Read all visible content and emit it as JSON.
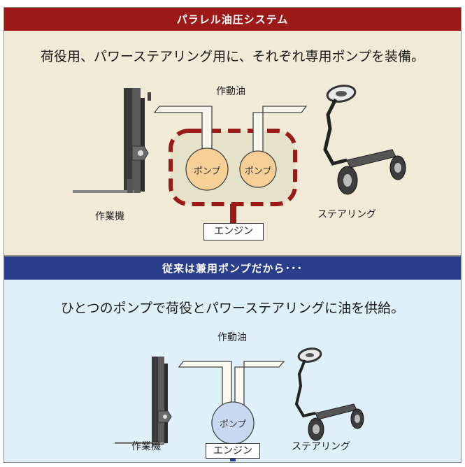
{
  "parallel": {
    "banner": "パラレル油圧システム",
    "lead": "荷役用、パワーステアリング用に、それぞれ専用ポンプを装備。",
    "oil_label": "作動油",
    "pump1": "ポンプ",
    "pump2": "ポンプ",
    "engine": "エンジン",
    "work_machine": "作業機",
    "steering": "ステアリング",
    "colors": {
      "banner": "#9b1a17",
      "background": "#f0ead6",
      "pump": "#f6cf96",
      "dash": "#9b1a17"
    }
  },
  "conventional": {
    "banner": "従来は兼用ポンプだから･･･",
    "lead": "ひとつのポンプで荷役とパワーステアリングに油を供給。",
    "oil_label": "作動油",
    "pump": "ポンプ",
    "engine": "エンジン",
    "work_machine": "作業機",
    "steering": "ステアリング",
    "colors": {
      "banner": "#2b3e8c",
      "background": "#dff0f8",
      "pump": "#c9d8f0",
      "shaft": "#2b3e8c"
    }
  }
}
